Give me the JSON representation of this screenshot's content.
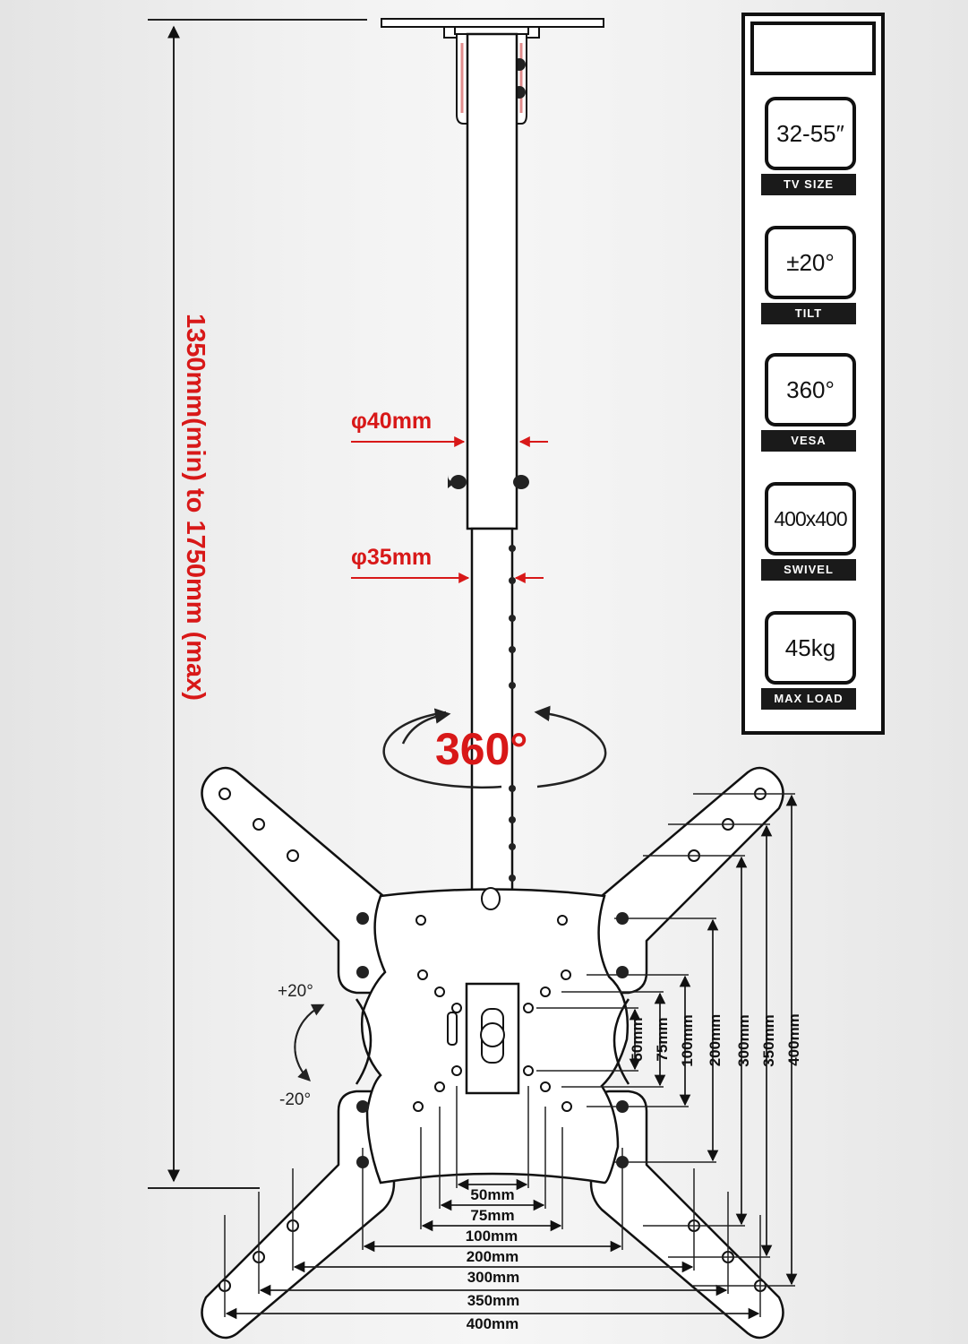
{
  "height_range": "1350mm(min) to 1750mm (max)",
  "pole": {
    "outer_diameter": "φ40mm",
    "inner_diameter": "φ35mm",
    "rotation": "360°"
  },
  "tilt": {
    "up": "+20°",
    "down": "-20°"
  },
  "vesa_horizontal": [
    "50mm",
    "75mm",
    "100mm",
    "200mm",
    "300mm",
    "350mm",
    "400mm"
  ],
  "vesa_vertical": [
    "50mm",
    "75mm",
    "100mm",
    "200mm",
    "300mm",
    "350mm",
    "400mm"
  ],
  "specs": [
    {
      "value": "32-55″",
      "label": "TV SIZE"
    },
    {
      "value": "±20°",
      "label": "TILT"
    },
    {
      "value": "360°",
      "label": "VESA"
    },
    {
      "value": "400x400",
      "label": "SWIVEL"
    },
    {
      "value": "45kg",
      "label": "MAX  LOAD"
    }
  ],
  "colors": {
    "dimension_red": "#d81818",
    "line": "#111111",
    "label_bg": "#1a1a1a"
  }
}
